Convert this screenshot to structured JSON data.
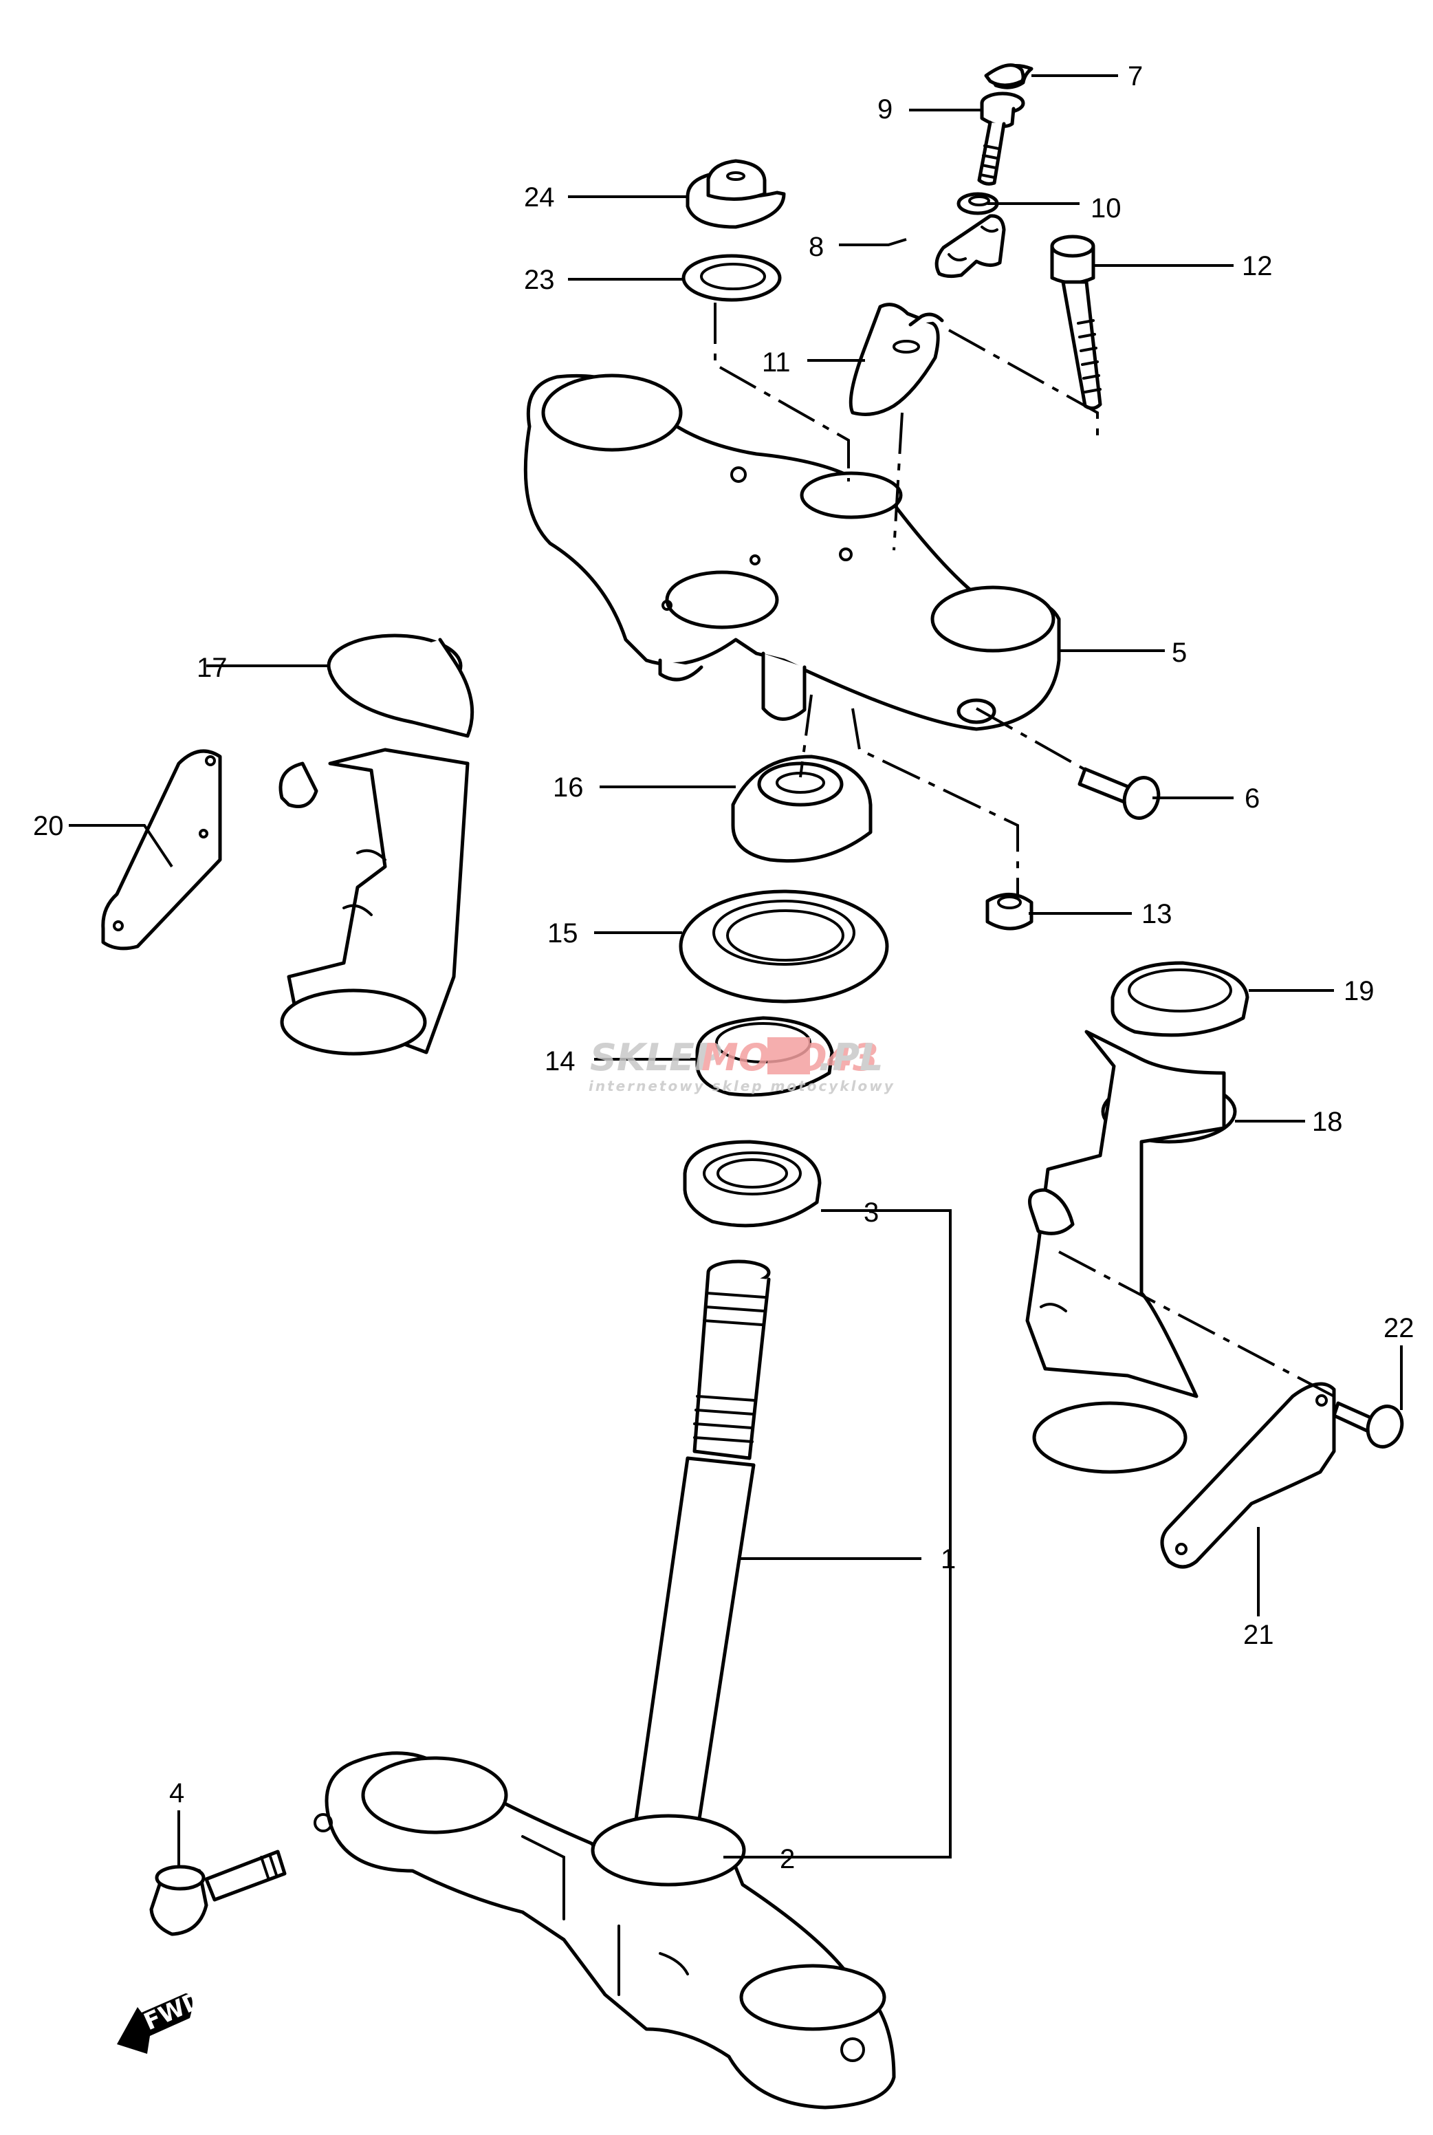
{
  "diagram": {
    "type": "exploded parts diagram",
    "subject": "steering stem / fork crown assembly",
    "callouts": [
      {
        "id": "1",
        "label": "1"
      },
      {
        "id": "2",
        "label": "2"
      },
      {
        "id": "3",
        "label": "3"
      },
      {
        "id": "4",
        "label": "4"
      },
      {
        "id": "5",
        "label": "5"
      },
      {
        "id": "6",
        "label": "6"
      },
      {
        "id": "7",
        "label": "7"
      },
      {
        "id": "8",
        "label": "8"
      },
      {
        "id": "9",
        "label": "9"
      },
      {
        "id": "10",
        "label": "10"
      },
      {
        "id": "11",
        "label": "11"
      },
      {
        "id": "12",
        "label": "12"
      },
      {
        "id": "13",
        "label": "13"
      },
      {
        "id": "14",
        "label": "14"
      },
      {
        "id": "15",
        "label": "15"
      },
      {
        "id": "16",
        "label": "16"
      },
      {
        "id": "17",
        "label": "17"
      },
      {
        "id": "18",
        "label": "18"
      },
      {
        "id": "19",
        "label": "19"
      },
      {
        "id": "20",
        "label": "20"
      },
      {
        "id": "21",
        "label": "21"
      },
      {
        "id": "22",
        "label": "22"
      },
      {
        "id": "23",
        "label": "23"
      },
      {
        "id": "24",
        "label": "24"
      }
    ],
    "direction_marker": "FWD"
  },
  "watermark": {
    "brand_gray": "SKLEP",
    "brand_red": "MOTO43",
    "brand_suffix": ".PL",
    "tagline": "internetowy sklep motocyklowy",
    "colors": {
      "gray": "#c8c8c8",
      "red": "#f4a0a0"
    }
  }
}
